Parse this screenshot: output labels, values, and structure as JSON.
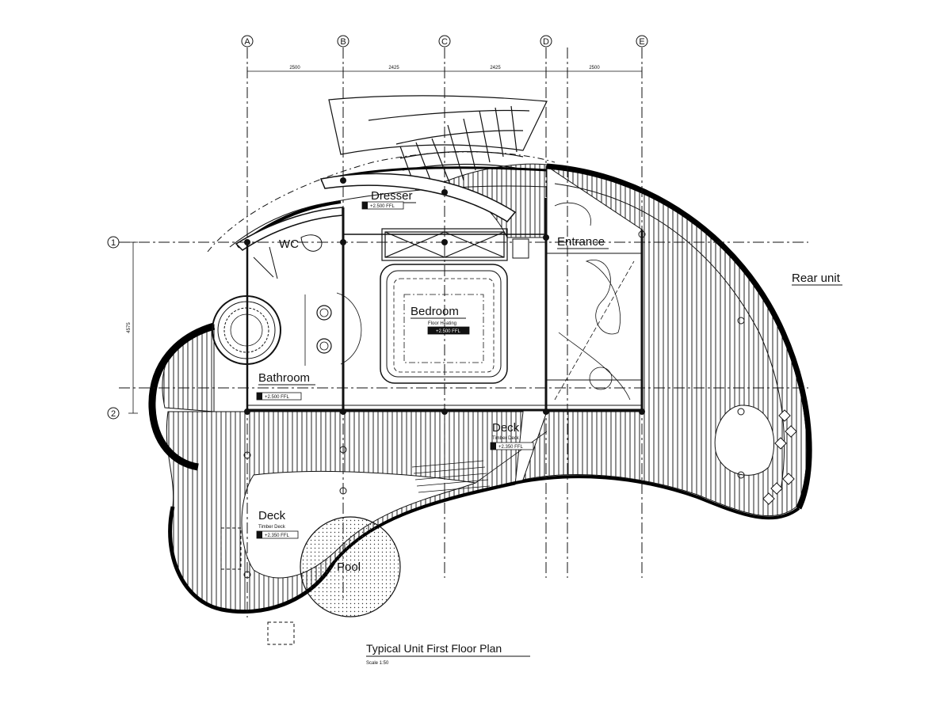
{
  "plan": {
    "title": "Typical Unit First Floor Plan",
    "scale": "Scale 1:50"
  },
  "grid": {
    "columns": [
      "A",
      "B",
      "C",
      "D",
      "E"
    ],
    "rows": [
      "1",
      "2"
    ],
    "col_dims": [
      "2500",
      "2425",
      "2425",
      "2500"
    ],
    "row_dim": "4575"
  },
  "rooms": {
    "dresser": "Dresser",
    "wc": "WC",
    "entrance": "Entrance",
    "bedroom": "Bedroom",
    "bathroom": "Bathroom",
    "deck_right": "Deck",
    "deck_left": "Deck",
    "pool": "Pool",
    "rear_unit": "Rear unit"
  },
  "level_tags": {
    "dresser": "+2.500 FFL",
    "bedroom_sub": "Floor Heating",
    "bedroom": "+2.500 FFL",
    "bathroom": "+2.500 FFL",
    "deck_right_sub": "Timber Deck",
    "deck_right": "+2.350 FFL",
    "deck_left_sub": "Timber Deck",
    "deck_left": "+2.350 FFL"
  }
}
